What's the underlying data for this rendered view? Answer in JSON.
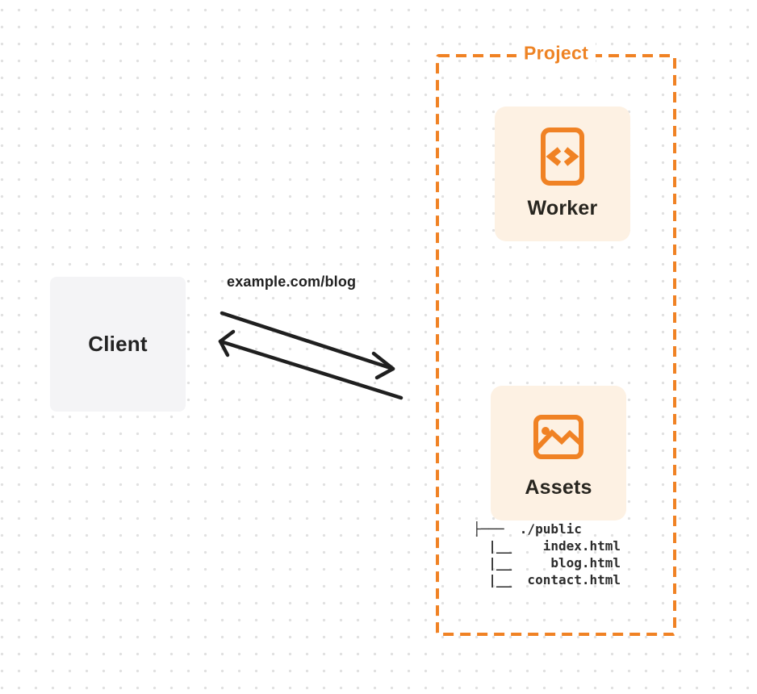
{
  "canvas": {
    "background_dot_color": "#e0e0e0",
    "accent_orange": "#f08224",
    "card_background": "#fdf1e3",
    "client_background": "#f4f4f6",
    "text_color": "#232323"
  },
  "client": {
    "label": "Client"
  },
  "request": {
    "url_label": "example.com/blog"
  },
  "project": {
    "label": "Project",
    "cards": [
      {
        "label": "Worker",
        "icon": "code-document-icon"
      },
      {
        "label": "Assets",
        "icon": "image-icon"
      }
    ],
    "file_tree": {
      "root": "./public",
      "files": [
        "index.html",
        "blog.html",
        "contact.html"
      ],
      "text": "├───  ./public\n  |__    index.html\n  |__     blog.html\n  |__  contact.html"
    }
  }
}
